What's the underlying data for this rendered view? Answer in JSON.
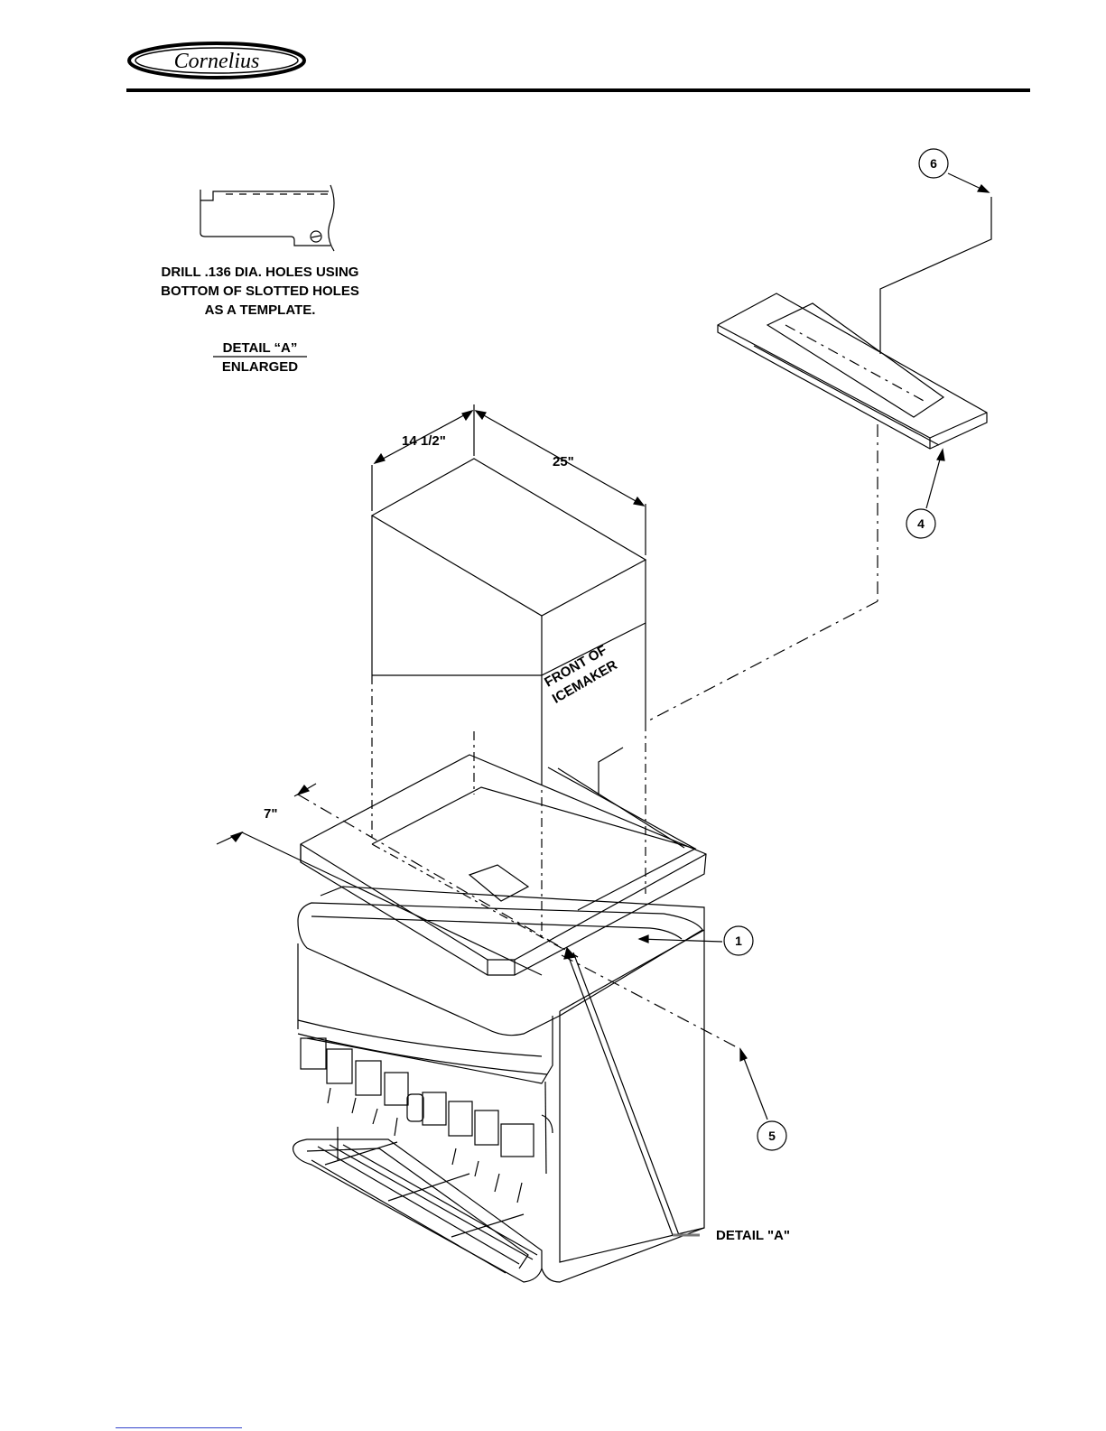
{
  "brand": {
    "name": "Cornelius"
  },
  "detail_note": {
    "lines": [
      "DRILL .136 DIA. HOLES USING",
      "BOTTOM OF SLOTTED HOLES",
      "AS A TEMPLATE."
    ],
    "title": "DETAIL “A”",
    "subtitle": "ENLARGED"
  },
  "dimensions": {
    "depth": "14 1/2\"",
    "width": "25\"",
    "offset": "7\""
  },
  "labels": {
    "front": [
      "FRONT OF",
      "ICEMAKER"
    ],
    "detail_callout": "DETAIL \"A\""
  },
  "callouts": [
    "1",
    "4",
    "5",
    "6"
  ]
}
